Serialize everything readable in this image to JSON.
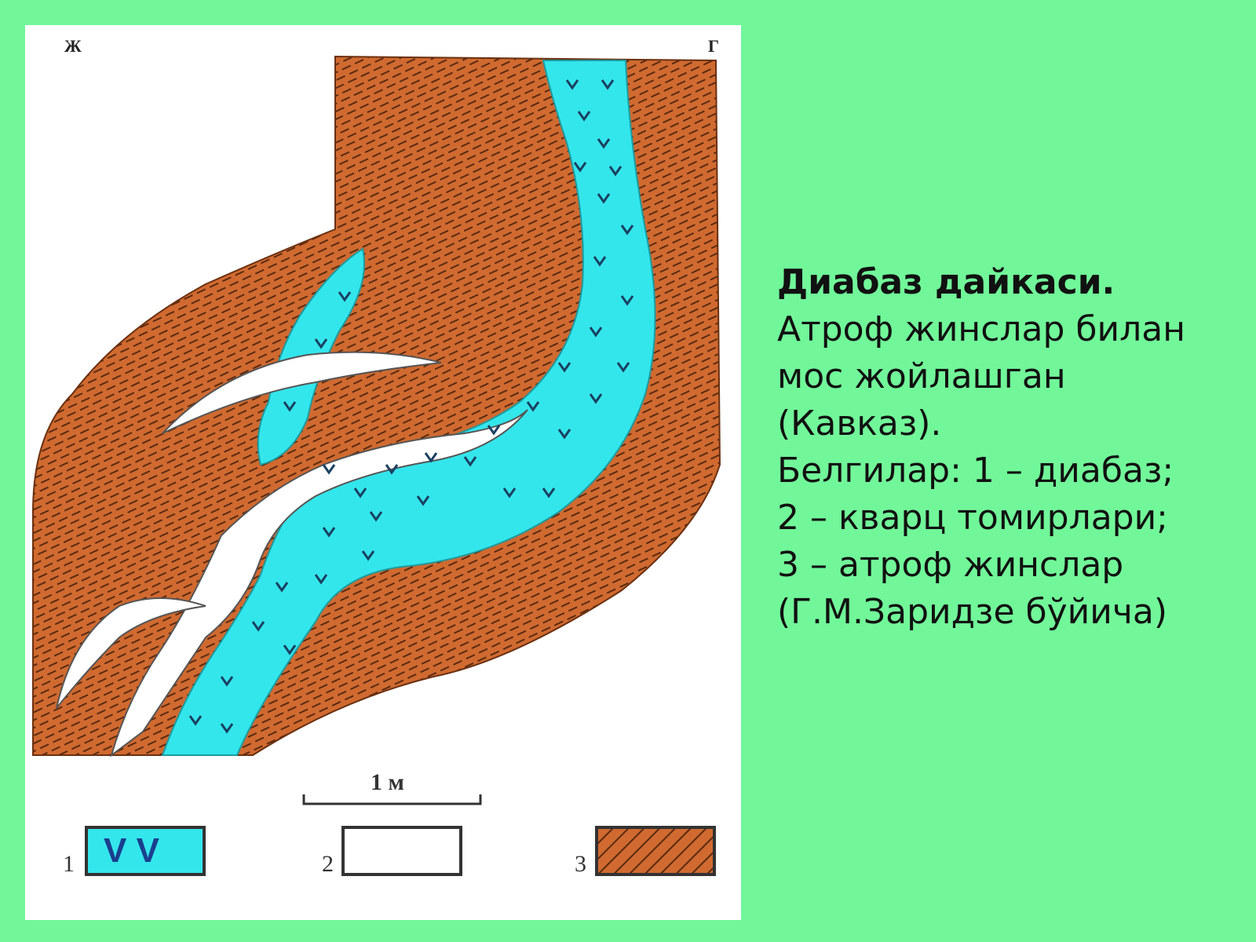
{
  "figure": {
    "corner_left": "Ж",
    "corner_right": "Г",
    "scale_label": "1 м",
    "legend": [
      {
        "number": "1",
        "symbol": "V V",
        "meaning": "diabase"
      },
      {
        "number": "2",
        "symbol": "",
        "meaning": "quartz veins"
      },
      {
        "number": "3",
        "symbol": "",
        "meaning": "host rocks"
      }
    ],
    "colors": {
      "diabase": "#33e6ec",
      "host_rock": "#d06a30",
      "host_rock_hatch": "#5a2a10",
      "quartz": "#ffffff",
      "background": "#71f799"
    }
  },
  "caption": {
    "title": "Диабаз дайкаси.",
    "lines": [
      "Атроф жинслар билан",
      "мос жойлашган",
      "(Кавказ).",
      "Белгилар: 1 – диабаз;",
      "2 – кварц томирлари;",
      "3 – атроф жинслар",
      "(Г.М.Заридзе  бўйича)"
    ]
  }
}
